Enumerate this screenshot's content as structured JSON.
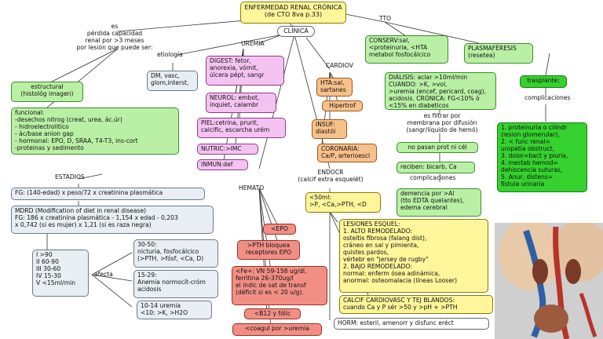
{
  "title": "ENFERMEDAD RENAL CRÓNICA\n(de CTO 8va p.33)",
  "clinica": "CLÍNICA",
  "labels": {
    "es": "es\npérdida capacidad\nrenal por >3 meses\npor lesión que puede ser:",
    "etiologia": "etiología",
    "uremia": "UREMIA",
    "cardiov": "CARDIOV",
    "tto": "TTO",
    "complicaciones": "complicaciones",
    "es_filtrar": "es filtrar por\nmembrana por difusión\n(sangr/líquido de hemó)",
    "complicaciones2": "complicaciones",
    "estadios": "ESTADIOS",
    "endocr": "ENDOCR\n(calcif extra esquelét)",
    "hemato": "HEMATO",
    "afecta": "afecta"
  },
  "nodes": {
    "estructural": "estructural\n(histológ imagen)",
    "funcional": "funcional:\n-desechos nitrog (creat, urea, ác.úr)\n- hidroelectrolitico\n- ác/base anion gap\n- hormonal: EPO, D, SRAA, T4-T3, ins-cort\n-proteinas y sedimento",
    "etiologia": "DM, vasc,\nglom,interst,",
    "digest": "DIGEST: fetor,\nanorexia, vómit,\núlcera pépt, sangr",
    "neurol": "NEUROL: embot,\ninquiet, calambr",
    "piel": "PIEL:cetrina, prurit,\ncalcific, escarcha urém",
    "nutric": "NUTRIC:>IMC",
    "inmun": "INMUN:def",
    "hta": "HTA:sal,\nsartanes",
    "hipertrof": "Hipertrof",
    "insuf": "INSUF:\ndiastól",
    "coronaria": "CORONARIA:\nCa/P, arterioescl",
    "conserv": "CONSERV:sal,\n<proteinuria, <HTA\nmetabol fosfocálcico",
    "plasma": "PLASMAFÉRESIS\n(resetea)",
    "dialisis": "DIÁLISIS: aclar >10ml/min\nCUANDO: >K, >vol,\n>uremia (encef, pericard, coag),\nacidosis. CRÓNICA: FG<10% ó\n<15% en diabeticos",
    "trasplante": "trasplante;",
    "compl_trasp": "1. proteinuria o cilindr\n(lesion glomerular),\n2. < func renal=\nuropatia obstruct,\n3. dolor=bact y piuria,\n4. inestab hemod=\ndehiscencia suturas,\n5. Anur, distens=\nfístula urinaria",
    "no_pasan": "no pasan prot ni cél",
    "reciben": "reciben: bicarb, Ca",
    "demencia": "demencia por >Al\n(tto EDTA quelantes),\nedema cerebral",
    "fg": "FG: (140-edad) x peso/72 x creatinina plasmática",
    "mdrd": "MDRD (Modification of diet in renal disease)\nFG: 186 x creatinina plasmática - 1,154 x edad - 0,203\nx 0,742 (si es mujer) x 1,21 (si es raza negra)",
    "estadios": "I >90\nII 60-90\nIII 30-60\nIV 15-30\nV <15ml/min",
    "afecta_30": "30-50:\nnicturia, fosfocálcico\n(>PTH, >fósf, <Ca, D)",
    "afecta_15": "15-29:\nAnemia normocít-cróm\nacidosis",
    "afecta_10": "10-14 uremia\n<10: >K, >H2O",
    "epo": "<EPO",
    "pth": ">PTH bloquea\nreceptores EPO",
    "fe": "<Fe+: VN 59-158 ug/dl,\nferritina  26-370ug/l\nel índic de sat de transf\n(déficit si es < 20 u/g).",
    "b12": "<B12 y fólic",
    "coagul": "<coagul por >uremia",
    "endocr_box": "<50ml:\n>P, <Ca,>PTH, <D",
    "lesiones": "LESIONES ESQUEL:\n1. ALTO REMODELADO:\nosteítis fibrosa (falang dist),\ncráneo en sal y pimienta,\nquistes pardos,\nvértebr en \"jersey de rugby\"\n2. BAJO REMODELADO:\nnormal: enferm ósea adinámica,\nanormal: osteomalacia (líneas Looser)",
    "calcif": "CALCIF CARDIOVASC Y TEJ BLANDOS:\ncuando Ca y P sér >50 y >pH + >PTH",
    "horm": "HORM: esteril, amenorr y disfunc eréct"
  },
  "colors": {
    "yellow": "#fff59a",
    "green": "#b9f0a5",
    "bright_green": "#35d12e",
    "pink": "#f5c3f2",
    "orange": "#f8c08a",
    "red": "#f28f85",
    "gray": "#e8eef3"
  }
}
